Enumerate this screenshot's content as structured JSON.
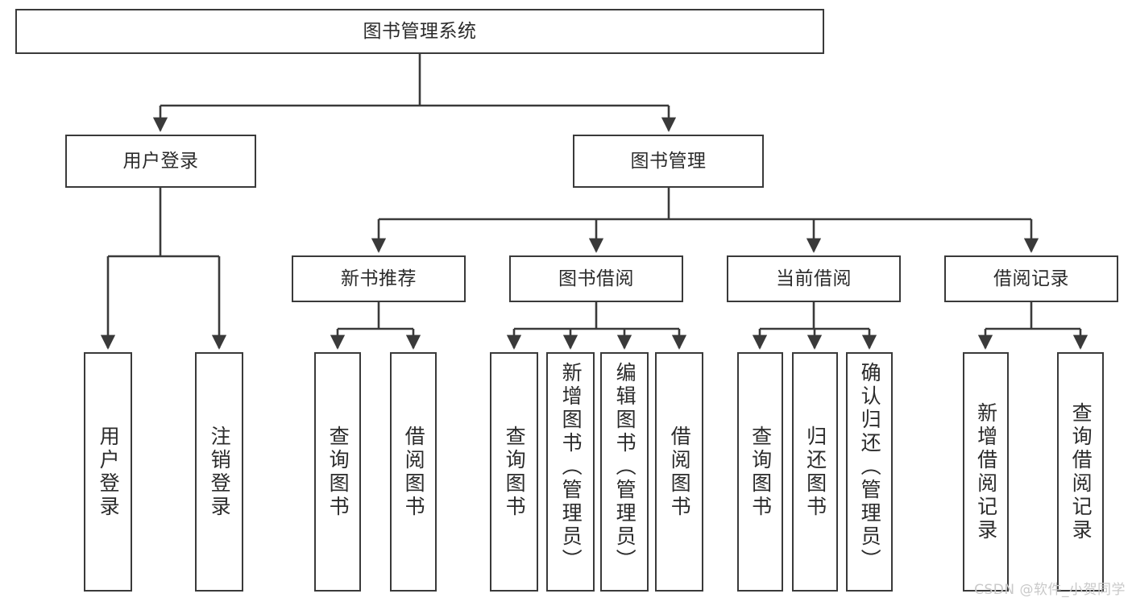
{
  "diagram": {
    "title": "图书管理系统",
    "type": "hierarchy-tree",
    "watermark": "CSDN @软件_小贺同学",
    "colors": {
      "line": "#3a3a3a",
      "box_border": "#3a3a3a",
      "box_fill": "#ffffff",
      "text": "#2b2b2b",
      "background": "#ffffff",
      "watermark": "#c9c9c9"
    },
    "root": {
      "id": "root",
      "label": "图书管理系统"
    },
    "level2": [
      {
        "id": "user-login",
        "label": "用户登录"
      },
      {
        "id": "book-manage",
        "label": "图书管理"
      }
    ],
    "level3": [
      {
        "id": "new-book-recommend",
        "label": "新书推荐",
        "parent": "book-manage"
      },
      {
        "id": "book-borrow",
        "label": "图书借阅",
        "parent": "book-manage"
      },
      {
        "id": "current-borrow",
        "label": "当前借阅",
        "parent": "book-manage"
      },
      {
        "id": "borrow-record",
        "label": "借阅记录",
        "parent": "book-manage"
      }
    ],
    "leaves": {
      "user_login": [
        {
          "id": "leaf-user-login",
          "label": "用户登录"
        },
        {
          "id": "leaf-logout-login",
          "label": "注销登录"
        }
      ],
      "new_book_recommend": [
        {
          "id": "leaf-query-book-1",
          "label": "查询图书"
        },
        {
          "id": "leaf-borrow-book-1",
          "label": "借阅图书"
        }
      ],
      "book_borrow": [
        {
          "id": "leaf-query-book-2",
          "label": "查询图书"
        },
        {
          "id": "leaf-add-book",
          "label": "新增图书（管理员）"
        },
        {
          "id": "leaf-edit-book",
          "label": "编辑图书（管理员）"
        },
        {
          "id": "leaf-borrow-book-2",
          "label": "借阅图书"
        }
      ],
      "current_borrow": [
        {
          "id": "leaf-query-book-3",
          "label": "查询图书"
        },
        {
          "id": "leaf-return-book",
          "label": "归还图书"
        },
        {
          "id": "leaf-confirm-return",
          "label": "确认归还（管理员）"
        }
      ],
      "borrow_record": [
        {
          "id": "leaf-add-record",
          "label": "新增借阅记录"
        },
        {
          "id": "leaf-query-record",
          "label": "查询借阅记录"
        }
      ]
    }
  }
}
